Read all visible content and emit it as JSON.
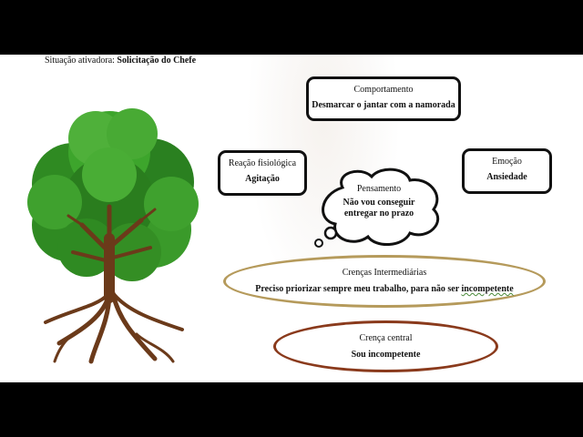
{
  "activator": {
    "prefix": "Situação ativadora: ",
    "value": "Solicitação do Chefe"
  },
  "comportamento": {
    "label": "Comportamento",
    "value": "Desmarcar o jantar com a namorada"
  },
  "reacao": {
    "label": "Reação fisiológica",
    "value": "Agitação"
  },
  "emocao": {
    "label": "Emoção",
    "value": "Ansiedade"
  },
  "pensamento": {
    "label": "Pensamento",
    "value_line1": "Não vou conseguir",
    "value_line2": "entregar no prazo"
  },
  "intermediarias": {
    "label": "Crenças Intermediárias",
    "value_main": "Preciso priorizar sempre meu trabalho, para não ser ",
    "value_underlined": "incompetente"
  },
  "central": {
    "label": "Crença central",
    "value": "Sou incompetente"
  },
  "colors": {
    "intermediate_border": "#b59a5b",
    "central_border": "#8a3a1c",
    "foliage": "#3a9a2a",
    "trunk": "#6b3a1a"
  },
  "icons": {
    "tree": "tree-illustration",
    "thought": "thought-bubble"
  }
}
